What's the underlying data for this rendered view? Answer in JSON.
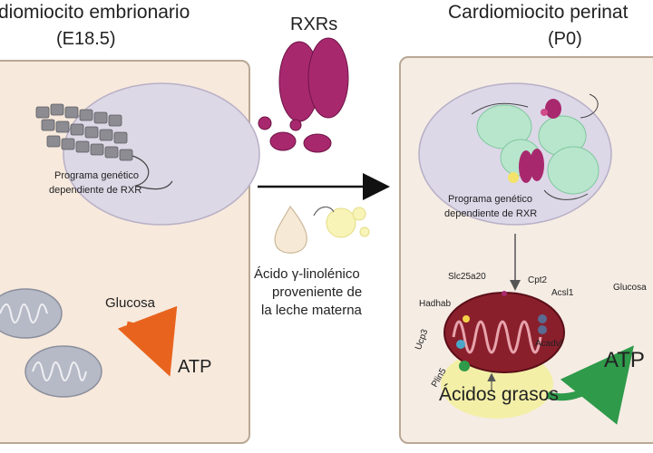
{
  "left": {
    "title": "diomiocito embrionario",
    "stage": "(E18.5)",
    "nucleus_label_1": "Programa genético",
    "nucleus_label_2": "dependiente de RXR",
    "glucose": "Glucosa",
    "atp": "ATP"
  },
  "middle": {
    "rxrs": "RXRs",
    "acid_line_1": "Ácido γ-linolénico",
    "acid_line_2": "proveniente de",
    "acid_line_3": "la leche materna"
  },
  "right": {
    "title": "Cardiomiocito perinat",
    "stage": "(P0)",
    "nucleus_label_1": "Programa genético",
    "nucleus_label_2": "dependiente de RXR",
    "genes": {
      "slc25a20": "Slc25a20",
      "cpt2": "Cpt2",
      "acsl1": "Acsl1",
      "hadhab": "Hadhab",
      "ucp3": "Ucp3",
      "plin5": "Plin5",
      "acadvl": "Acadvl"
    },
    "glucose": "Glucosa",
    "atp": "ATP",
    "fatty_acids": "Ácidos grasos"
  },
  "colors": {
    "panel_fill": "#f7e9dc",
    "panel_border": "#b9a895",
    "nucleus_fill": "#ddd8e6",
    "rxr_magenta": "#a8286e",
    "mitochondria_red": "#8a1f2c",
    "arrow_orange": "#e8641e",
    "arrow_green": "#2e9a4a",
    "fat_yellow": "#f3f0a0"
  }
}
